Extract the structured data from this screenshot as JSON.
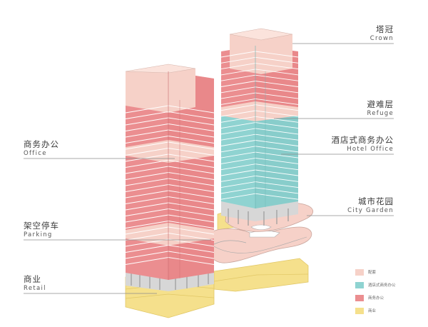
{
  "labels": {
    "crown": {
      "cn": "塔冠",
      "en": "Crown"
    },
    "refuge": {
      "cn": "避难层",
      "en": "Refuge"
    },
    "hotel_office": {
      "cn": "酒店式商务办公",
      "en": "Hotel Office"
    },
    "city_garden": {
      "cn": "城市花园",
      "en": "City Garden"
    },
    "office": {
      "cn": "商务办公",
      "en": "Office"
    },
    "parking": {
      "cn": "架空停车",
      "en": "Parking"
    },
    "retail": {
      "cn": "商业",
      "en": "Retail"
    }
  },
  "legend": [
    {
      "label": "配套",
      "color": "#f6d1c8"
    },
    {
      "label": "酒店式商务办公",
      "color": "#8fd3d1"
    },
    {
      "label": "商务办公",
      "color": "#eb8e90"
    },
    {
      "label": "商业",
      "color": "#f5e08c"
    }
  ],
  "colors": {
    "office": "#eb8e90",
    "support": "#f6d1c8",
    "hotel": "#8fd3d1",
    "retail": "#f5e08c",
    "leader_line": "#8c8c8c"
  }
}
